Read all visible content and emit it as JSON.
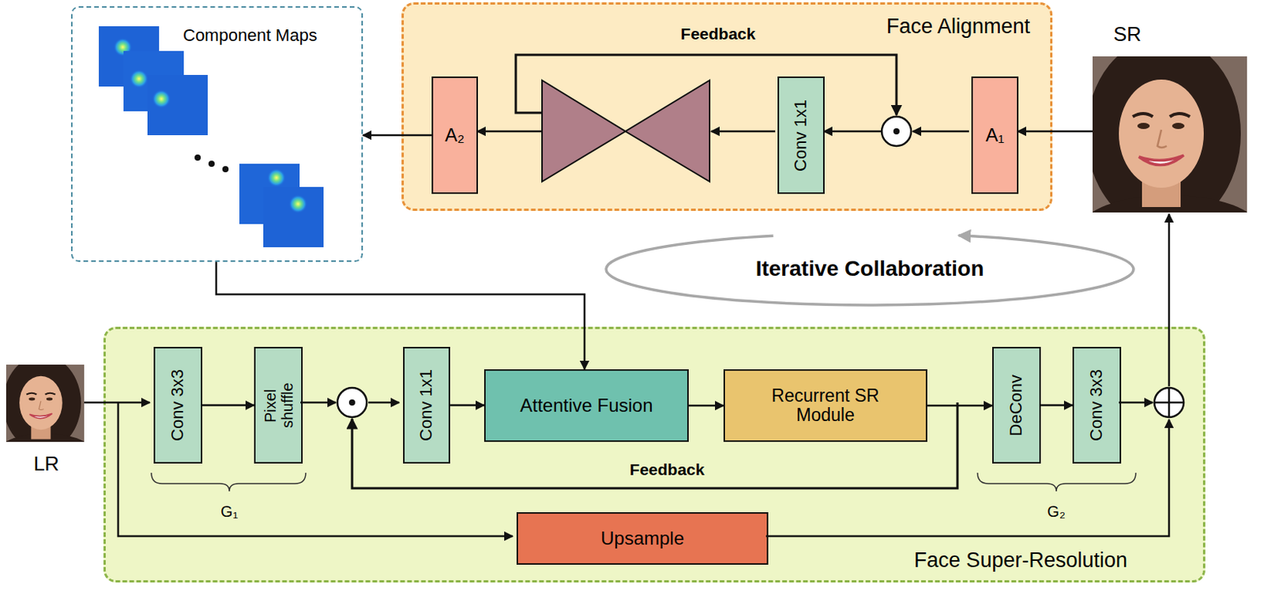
{
  "diagram": {
    "nodes": [
      {
        "text": [
          "Component Maps"
        ]
      },
      {
        "text": [
          "Face Alignment"
        ]
      },
      {
        "text": [
          "A₂"
        ],
        "in": 1
      },
      {
        "text": [
          "Conv 1x1"
        ],
        "in": 1
      },
      {
        "text": [
          "A₁"
        ],
        "in": 1
      },
      {
        "text": [
          "Iterative Collaboration"
        ]
      },
      {
        "text": [
          "Face Super-Resolution"
        ]
      },
      {
        "text": [
          "Conv 3x3"
        ],
        "in": 6
      },
      {
        "text": [
          "Pixel shuffle"
        ],
        "in": 6
      },
      {
        "text": [
          "Conv 1x1"
        ],
        "in": 6
      },
      {
        "text": [
          "Attentive Fusion"
        ],
        "in": 6
      },
      {
        "text": [
          "Recurrent SR Module"
        ],
        "in": 6
      },
      {
        "text": [
          "DeConv"
        ],
        "in": 6
      },
      {
        "text": [
          "Conv 3x3"
        ],
        "in": 6
      },
      {
        "text": [
          "Upsample"
        ],
        "in": 6
      }
    ],
    "edges": [
      {
        "from": 7,
        "to": 8,
        "arrow": "to"
      },
      {
        "from": 9,
        "to": 10,
        "arrow": "to"
      },
      {
        "from": 10,
        "to": 11,
        "arrow": "to"
      },
      {
        "from": 11,
        "to": 12,
        "arrow": "to"
      },
      {
        "from": 12,
        "to": 13,
        "arrow": "to"
      },
      {
        "from": 2,
        "to": 0,
        "arrow": "to"
      },
      {
        "from": 0,
        "to": 10,
        "arrow": "to"
      }
    ],
    "labels": [
      "Feedback",
      "Feedback",
      "SR",
      "LR",
      "G₁",
      "G₂"
    ]
  }
}
